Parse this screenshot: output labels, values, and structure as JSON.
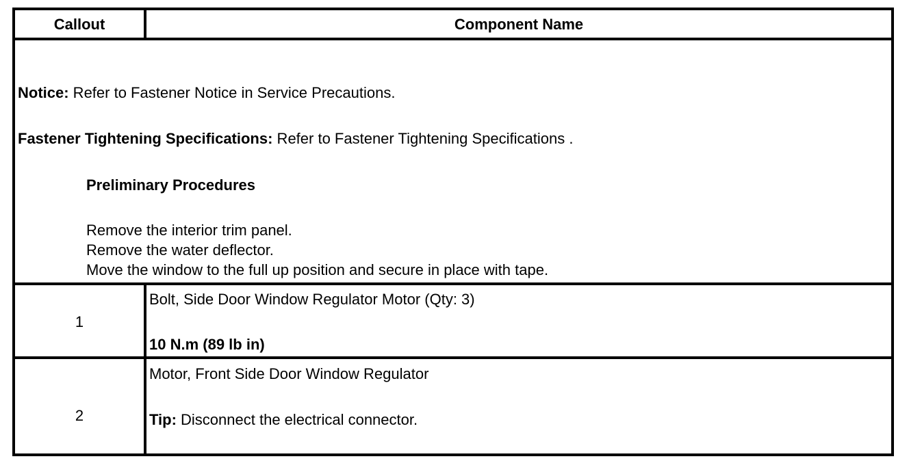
{
  "header": {
    "callout": "Callout",
    "component_name": "Component Name"
  },
  "notice_block": {
    "notice_label": "Notice:",
    "notice_text": " Refer to Fastener Notice in Service Precautions.",
    "fastener_label": "Fastener Tightening Specifications:",
    "fastener_text": " Refer to Fastener Tightening Specifications .",
    "preliminary_title": "Preliminary Procedures",
    "steps": [
      "Remove the interior trim panel.",
      "Remove the water deflector.",
      "Move the window to the full up position and secure in place with tape."
    ]
  },
  "rows": [
    {
      "callout": "1",
      "name": "Bolt, Side Door Window Regulator Motor (Qty: 3)",
      "spec": "10 N.m (89 lb in)"
    },
    {
      "callout": "2",
      "name": "Motor, Front Side Door Window Regulator",
      "tip_label": "Tip:",
      "tip_text": " Disconnect the electrical connector."
    }
  ]
}
